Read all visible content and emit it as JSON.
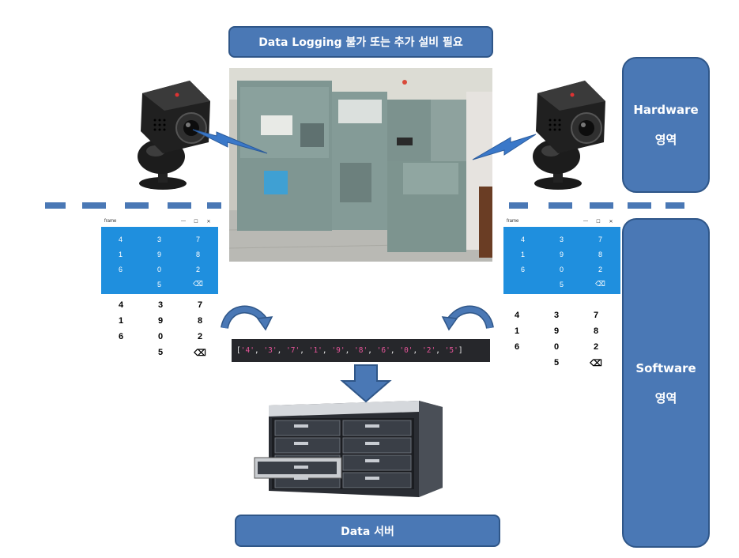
{
  "title_banner": "Data Logging 불가 또는 추가 설비 필요",
  "hardware_box": {
    "line1": "Hardware",
    "line2": "영역"
  },
  "software_box": {
    "line1": "Software",
    "line2": "영역"
  },
  "server_box": "Data 서버",
  "window": {
    "title": "frame",
    "controls": [
      "—",
      "☐",
      "✕"
    ],
    "rows": [
      [
        "4",
        "3",
        "7"
      ],
      [
        "1",
        "9",
        "8"
      ],
      [
        "6",
        "0",
        "2"
      ],
      [
        "",
        "5",
        "⌫"
      ]
    ]
  },
  "keypad_rows": [
    [
      "4",
      "3",
      "7"
    ],
    [
      "1",
      "9",
      "8"
    ],
    [
      "6",
      "0",
      "2"
    ],
    [
      "",
      "5",
      "⌫"
    ]
  ],
  "code_values": [
    "4",
    "3",
    "7",
    "1",
    "9",
    "8",
    "6",
    "0",
    "2",
    "5"
  ],
  "colors": {
    "accent": "#4a78b5",
    "window_blue": "#1f8fde",
    "code_bg": "#26272b",
    "code_string": "#e7559a"
  }
}
